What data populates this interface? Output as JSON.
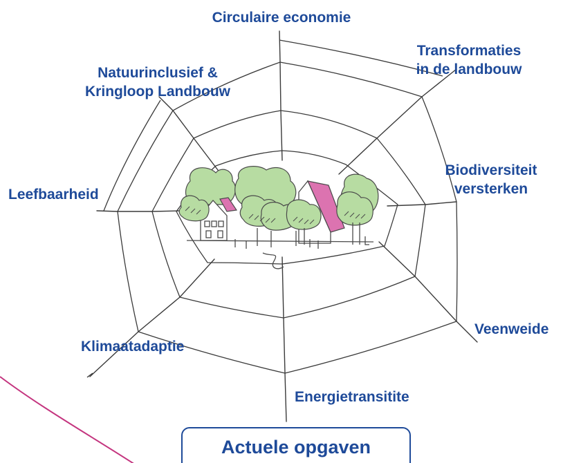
{
  "diagram": {
    "spokes": [
      {
        "id": "circulaire",
        "lines": [
          "Circulaire economie"
        ]
      },
      {
        "id": "transformaties",
        "lines": [
          "Transformaties",
          "in de landbouw"
        ]
      },
      {
        "id": "biodiversiteit",
        "lines": [
          "Biodiversiteit",
          "versterken"
        ]
      },
      {
        "id": "veenweide",
        "lines": [
          "Veenweide"
        ]
      },
      {
        "id": "energie",
        "lines": [
          "Energietransitite"
        ]
      },
      {
        "id": "klimaat",
        "lines": [
          "Klimaatadaptie"
        ]
      },
      {
        "id": "leefbaarheid",
        "lines": [
          "Leefbaarheid"
        ]
      },
      {
        "id": "natuur",
        "lines": [
          "Natuurinclusief &",
          "Kringloop Landbouw"
        ]
      }
    ],
    "title": "Actuele opgaven"
  },
  "colors": {
    "label": "#1e4a99",
    "web_line": "#3a3a3a",
    "tree_fill": "#b7dca2",
    "roof_pink": "#dc73b0",
    "accent_curve": "#c4357f"
  },
  "icons": {
    "center_illustration": "farmhouse-with-trees-icon"
  }
}
